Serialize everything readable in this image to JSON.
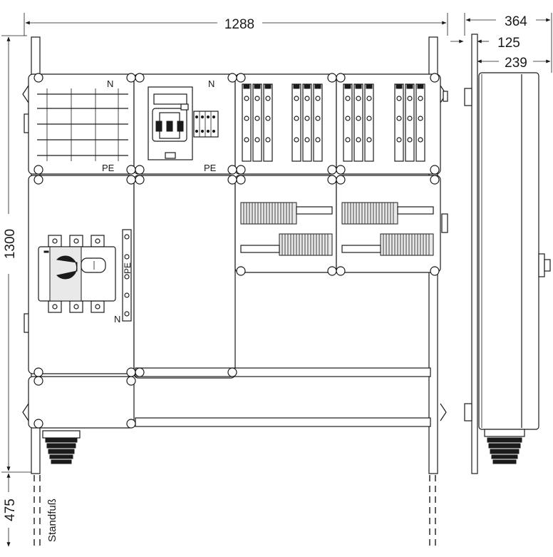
{
  "dimensions": {
    "width": "1288",
    "height": "1300",
    "foot": "475",
    "depth_total": "364",
    "depth_front": "125",
    "depth_body": "239"
  },
  "labels": {
    "n_top_left": "N",
    "pe_top_left": "PE",
    "n_top_mid": "N",
    "pe_top_mid": "PE",
    "pe_switch": "PE",
    "n_switch": "N",
    "foot": "Standfuß"
  }
}
